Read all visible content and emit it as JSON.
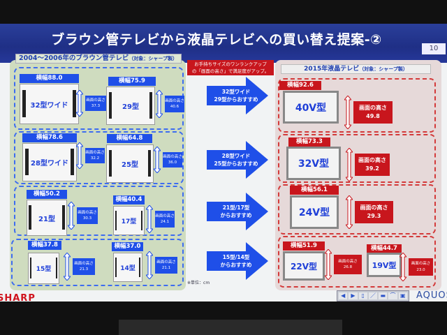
{
  "title": "ブラウン管テレビから液晶テレビへの買い替え提案-②",
  "page_number": "10",
  "left_header": {
    "title": "2004～2006年のブラウン管テレビ",
    "subject": "（対象：シャープ製）"
  },
  "right_header": {
    "title": "2015年液晶テレビ",
    "subject": "（対象：シャープ製）"
  },
  "note": [
    "お手持ちサイズのワンランクアップ",
    "の「画面の高さ」で満足度がアップ。"
  ],
  "height_label": "画面の高さ",
  "crt_tvs": [
    {
      "width": "横幅88.0",
      "size": "32型ワイド",
      "height": "37.3"
    },
    {
      "width": "横幅75.9",
      "size": "29型",
      "height": "40.6"
    },
    {
      "width": "横幅78.6",
      "size": "28型ワイド",
      "height": "32.2"
    },
    {
      "width": "横幅64.8",
      "size": "25型",
      "height": "36.0"
    },
    {
      "width": "横幅50.2",
      "size": "21型",
      "height": "30.3"
    },
    {
      "width": "横幅40.4",
      "size": "17型",
      "height": "24.1"
    },
    {
      "width": "横幅37.8",
      "size": "15型",
      "height": "21.3"
    },
    {
      "width": "横幅37.0",
      "size": "14型",
      "height": "21.1"
    }
  ],
  "lcd_tvs": [
    {
      "width": "横幅92.6",
      "size": "40V型",
      "height": "49.8"
    },
    {
      "width": "横幅73.3",
      "size": "32V型",
      "height": "39.2"
    },
    {
      "width": "横幅56.1",
      "size": "24V型",
      "height": "29.3"
    },
    {
      "width": "横幅51.9",
      "size": "22V型",
      "height": "26.8"
    },
    {
      "width": "横幅44.7",
      "size": "19V型",
      "height": "23.0"
    }
  ],
  "recommendations": [
    [
      "32型ワイド",
      "29型からおすすめ"
    ],
    [
      "28型ワイド",
      "25型からおすすめ"
    ],
    [
      "21型/17型",
      "からおすすめ"
    ],
    [
      "15型/14型",
      "からおすすめ"
    ]
  ],
  "unit": "※単位：cm",
  "brand_logo": "SHARP",
  "product_logo": "AQUOS",
  "toolbar_icons": [
    "arrow-left-icon",
    "arrow-right-icon",
    "mouse-icon",
    "pen-icon",
    "screen-icon",
    "eraser-icon",
    "menu-icon"
  ],
  "colors": {
    "crt_blue": "#1f4fe8",
    "lcd_red": "#c8161d",
    "title_bar": "#22358f"
  }
}
